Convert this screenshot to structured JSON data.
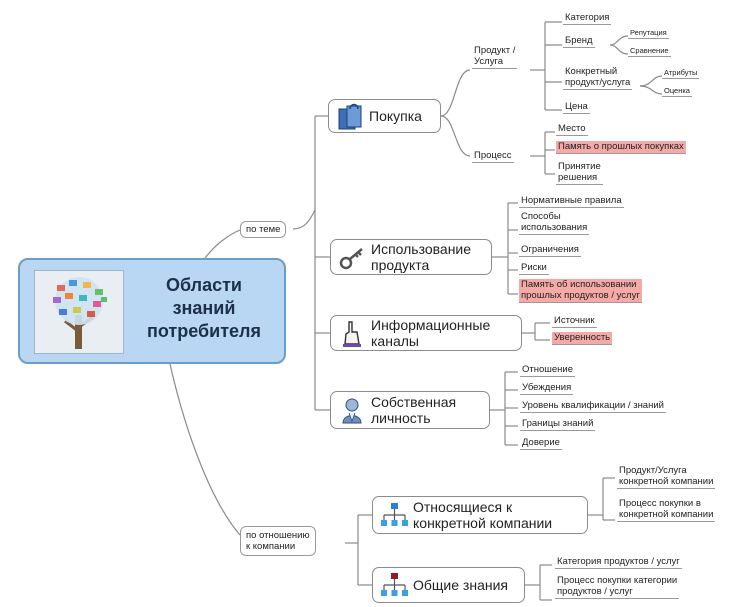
{
  "root": {
    "title": "Области\nзнаний\nпотребителя"
  },
  "branches": {
    "by_topic": "по теме",
    "by_company": "по отношению\nк компании"
  },
  "topics": {
    "purchase": "Покупка",
    "usage": "Использование\nпродукта",
    "info": "Информационные\nканалы",
    "self": "Собственная\nличность",
    "company_specific": "Относящиеся к\nконкретной компании",
    "general": "Общие знания"
  },
  "purchase": {
    "product": "Продукт /\nУслуга",
    "process": "Процесс",
    "category": "Категория",
    "brand": "Бренд",
    "reputation": "Репутация",
    "comparison": "Сравнение",
    "specific_product": "Конкретный\nпродукт/услуга",
    "attributes": "Атрибуты",
    "evaluation": "Оценка",
    "price": "Цена",
    "place": "Место",
    "past_memory": "Память о прошлых покупках",
    "decision": "Принятие\nрешения"
  },
  "usage": {
    "norms": "Нормативные правила",
    "methods": "Способы\nиспользования",
    "limits": "Ограничения",
    "risks": "Риски",
    "memory": "Память об использовании\nпрошлых продуктов / услуг"
  },
  "info": {
    "sources": "Источник",
    "confidence": "Уверенность"
  },
  "self": {
    "attitude": "Отношение",
    "beliefs": "Убеждения",
    "level": "Уровень квалификации / знаний",
    "limits": "Границы знаний",
    "trust": "Доверие"
  },
  "company_specific": {
    "product": "Продукт/Услуга\nконкретной компании",
    "process": "Процесс покупки в\nконкретной компании"
  },
  "general": {
    "category": "Категория продуктов / услуг",
    "process": "Процесс покупки категории\nпродуктов / услуг"
  },
  "colors": {
    "root_fill": "#b9d7f2",
    "highlight": "#f6aaa7",
    "line": "#8a8a8a"
  }
}
